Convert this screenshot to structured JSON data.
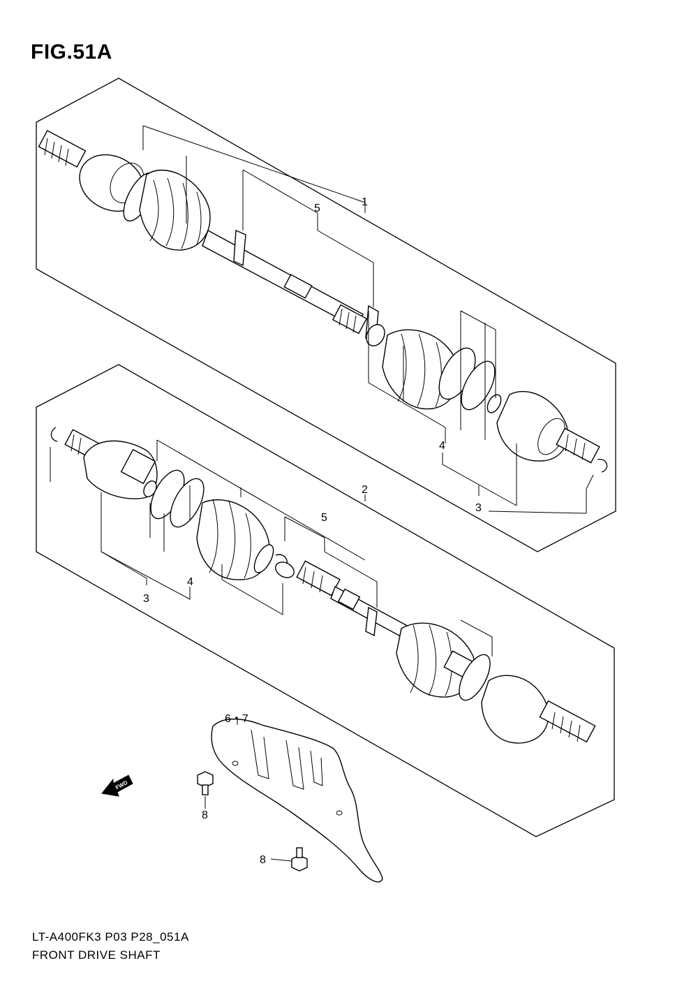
{
  "figure": {
    "title": "FIG.51A",
    "model_code": "LT-A400FK3 P03 P28_051A",
    "name": "FRONT DRIVE SHAFT"
  },
  "callouts": {
    "c1": "1",
    "c2": "2",
    "c3a": "3",
    "c3b": "3",
    "c4a": "4",
    "c4b": "4",
    "c5a": "5",
    "c5b": "5",
    "c67": "6・7",
    "c8a": "8",
    "c8b": "8"
  },
  "direction_arrow": {
    "label": "FWD",
    "icon": "fwd-arrow-icon"
  }
}
